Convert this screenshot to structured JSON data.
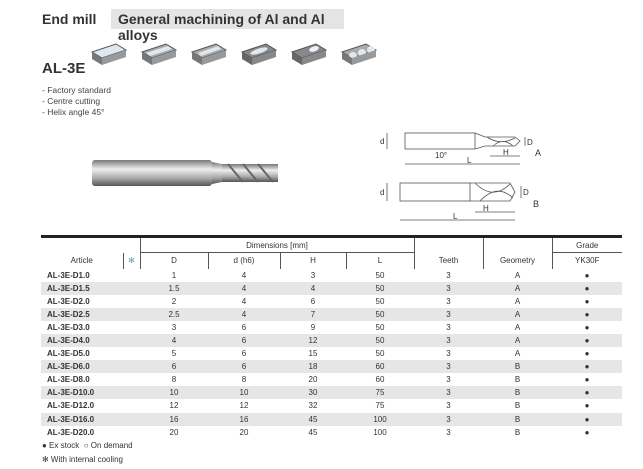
{
  "header": {
    "category": "End mill",
    "subtitle": "General machining of Al and Al alloys",
    "model": "AL-3E"
  },
  "features": [
    "- Factory standard",
    "- Centre cutting",
    "- Helix angle 45°"
  ],
  "drawing": {
    "angle": "10°",
    "labels": {
      "d": "d",
      "D": "D",
      "H": "H",
      "L": "L"
    },
    "geometry_a": "A",
    "geometry_b": "B"
  },
  "table": {
    "group_header": "Dimensions [mm]",
    "grade_header": "Grade",
    "columns": [
      "Article",
      "✻",
      "D",
      "d (h6)",
      "H",
      "L",
      "Teeth",
      "Geometry",
      "YK30F"
    ],
    "rows": [
      [
        "AL-3E-D1.0",
        "",
        "1",
        "4",
        "3",
        "50",
        "3",
        "A",
        "●"
      ],
      [
        "AL-3E-D1.5",
        "",
        "1.5",
        "4",
        "4",
        "50",
        "3",
        "A",
        "●"
      ],
      [
        "AL-3E-D2.0",
        "",
        "2",
        "4",
        "6",
        "50",
        "3",
        "A",
        "●"
      ],
      [
        "AL-3E-D2.5",
        "",
        "2.5",
        "4",
        "7",
        "50",
        "3",
        "A",
        "●"
      ],
      [
        "AL-3E-D3.0",
        "",
        "3",
        "6",
        "9",
        "50",
        "3",
        "A",
        "●"
      ],
      [
        "AL-3E-D4.0",
        "",
        "4",
        "6",
        "12",
        "50",
        "3",
        "A",
        "●"
      ],
      [
        "AL-3E-D5.0",
        "",
        "5",
        "6",
        "15",
        "50",
        "3",
        "A",
        "●"
      ],
      [
        "AL-3E-D6.0",
        "",
        "6",
        "6",
        "18",
        "60",
        "3",
        "B",
        "●"
      ],
      [
        "AL-3E-D8.0",
        "",
        "8",
        "8",
        "20",
        "60",
        "3",
        "B",
        "●"
      ],
      [
        "AL-3E-D10.0",
        "",
        "10",
        "10",
        "30",
        "75",
        "3",
        "B",
        "●"
      ],
      [
        "AL-3E-D12.0",
        "",
        "12",
        "12",
        "32",
        "75",
        "3",
        "B",
        "●"
      ],
      [
        "AL-3E-D16.0",
        "",
        "16",
        "16",
        "45",
        "100",
        "3",
        "B",
        "●"
      ],
      [
        "AL-3E-D20.0",
        "",
        "20",
        "20",
        "45",
        "100",
        "3",
        "B",
        "●"
      ]
    ]
  },
  "legend": {
    "ex_stock": "● Ex stock",
    "on_demand": "○ On demand",
    "cooling": "✻ With internal cooling"
  }
}
